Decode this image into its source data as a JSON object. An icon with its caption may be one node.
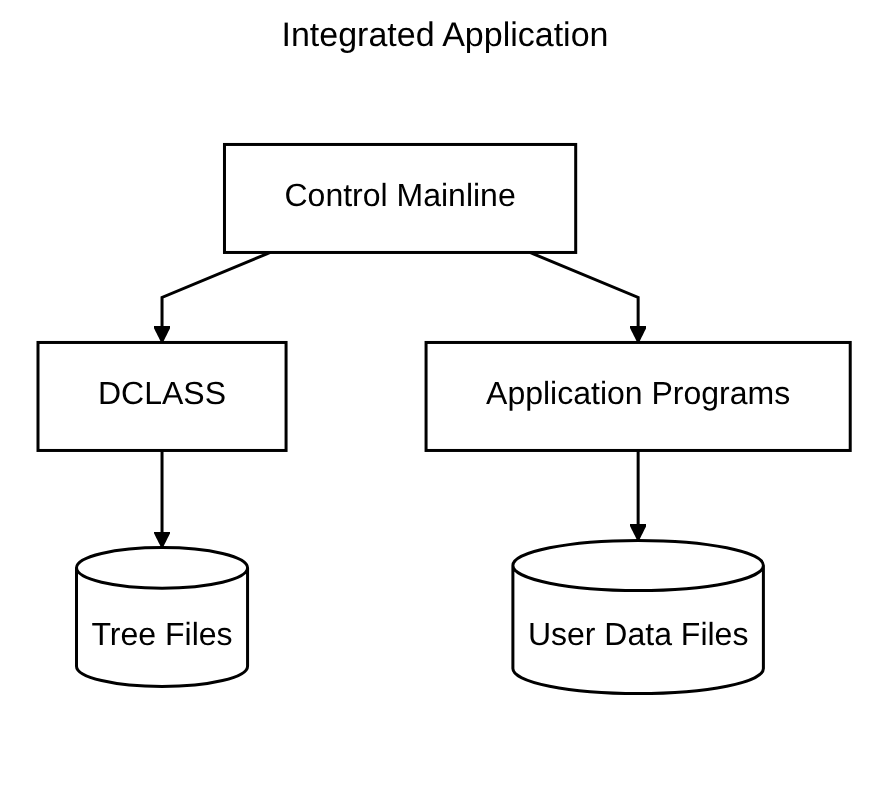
{
  "diagram": {
    "title": "Integrated Application",
    "nodes": [
      {
        "text": [
          "Control Mainline"
        ]
      },
      {
        "text": [
          "DCLASS"
        ]
      },
      {
        "text": [
          "Application Programs"
        ]
      },
      {
        "text": [
          "Tree Files"
        ]
      },
      {
        "text": [
          "User Data Files"
        ]
      }
    ],
    "edges": [
      {
        "from": 0,
        "to": 1,
        "arrow": "to"
      },
      {
        "from": 0,
        "to": 2,
        "arrow": "to"
      },
      {
        "from": 1,
        "to": 3,
        "arrow": "to"
      },
      {
        "from": 2,
        "to": 4,
        "arrow": "to"
      }
    ]
  }
}
